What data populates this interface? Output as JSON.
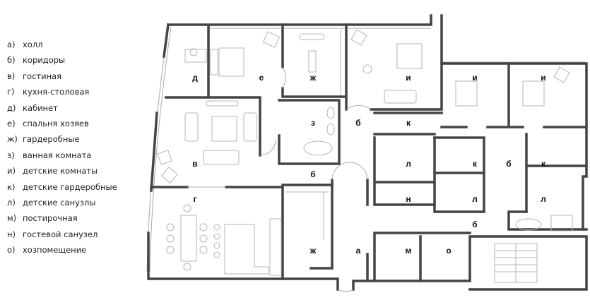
{
  "legend": [
    {
      "key": "а)",
      "text": "холл"
    },
    {
      "key": "б)",
      "text": "коридоры"
    },
    {
      "key": "в)",
      "text": "гостиная"
    },
    {
      "key": "г)",
      "text": "кухня-столовая"
    },
    {
      "key": "д)",
      "text": "кабинет"
    },
    {
      "key": "е)",
      "text": "спальня хозяев"
    },
    {
      "key": "ж)",
      "text": "гардеробные"
    },
    {
      "key": "з)",
      "text": "ванная комната"
    },
    {
      "key": "и)",
      "text": "детские комнаты"
    },
    {
      "key": "к)",
      "text": "детские гардеробные"
    },
    {
      "key": "л)",
      "text": "детские санузлы"
    },
    {
      "key": "м)",
      "text": "постирочная"
    },
    {
      "key": "н)",
      "text": "гостевой санузел"
    },
    {
      "key": "о)",
      "text": "хозпомещение"
    }
  ],
  "rooms": {
    "d": "д",
    "e": "е",
    "zh1": "ж",
    "i1": "и",
    "i2": "и",
    "i3": "и",
    "z": "з",
    "b1": "б",
    "k1": "к",
    "v": "в",
    "b2": "б",
    "l1": "л",
    "k2": "к",
    "b3": "б",
    "k3": "к",
    "g": "г",
    "n": "н",
    "l2": "л",
    "l3": "л",
    "b4": "б",
    "zh2": "ж",
    "a": "а",
    "m": "м",
    "o": "о"
  }
}
